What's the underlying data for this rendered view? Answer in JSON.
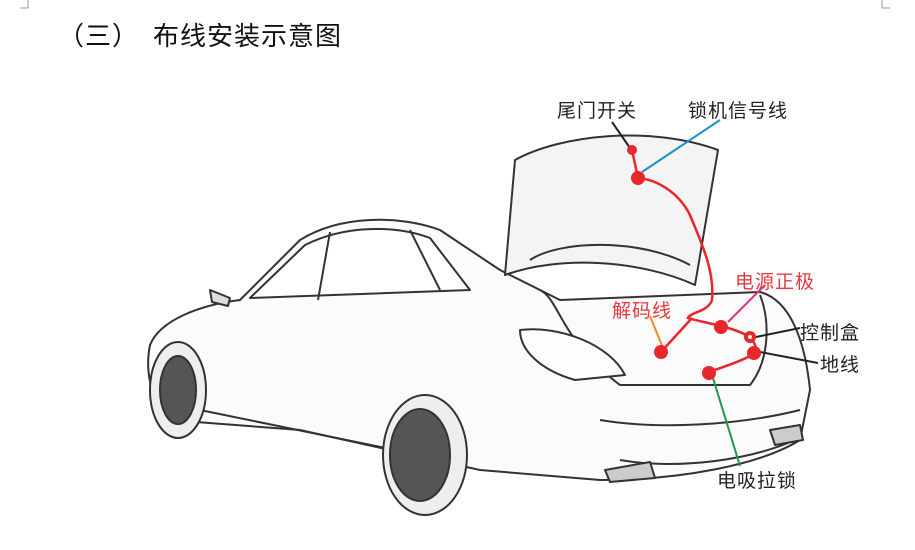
{
  "title": "（三）　布线安装示意图",
  "labels": {
    "tailgate_switch": "尾门开关",
    "lock_signal_wire": "锁机信号线",
    "power_positive": "电源正极",
    "decoder_wire": "解码线",
    "control_box": "控制盒",
    "ground_wire": "地线",
    "electric_suction_lock": "电吸拉锁"
  },
  "colors": {
    "wire": "#e8262b",
    "lock_signal_leader": "#1a8fd0",
    "power_leader": "#e0307a",
    "decoder_leader": "#f08a24",
    "suction_leader": "#1a9a4a"
  }
}
